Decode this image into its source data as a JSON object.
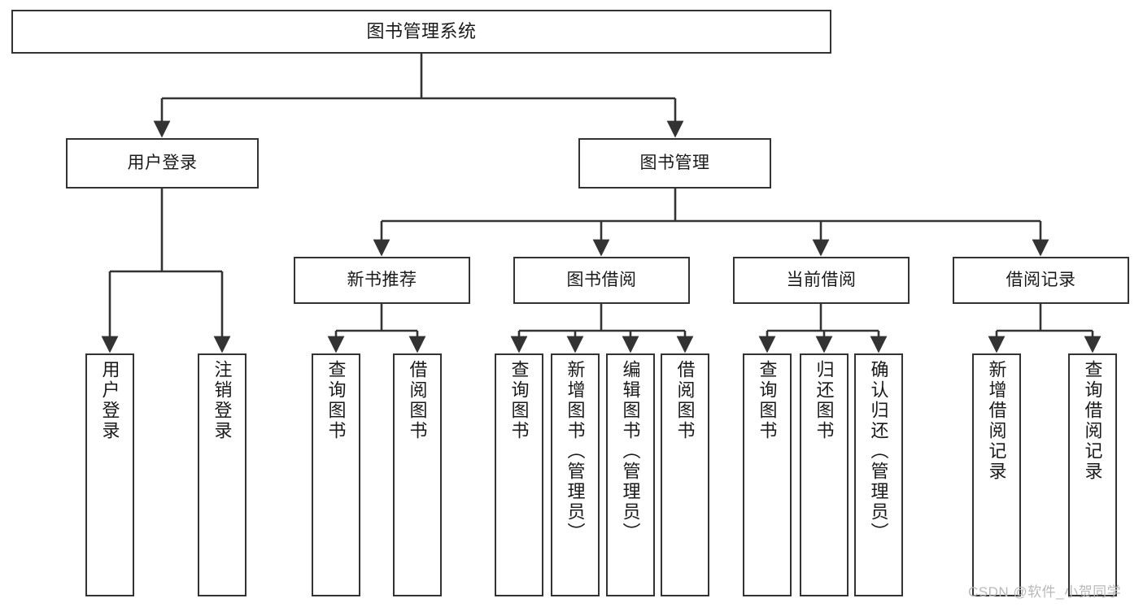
{
  "diagram": {
    "title": "图书管理系统",
    "type": "tree-structure-chart",
    "colors": {
      "box_border": "#333333",
      "box_fill": "#ffffff",
      "edge": "#333333",
      "text": "#1a1a1a",
      "watermark": "#b9b9b9",
      "background": "#ffffff"
    },
    "nodes": {
      "root": {
        "label": "图书管理系统"
      },
      "level2": [
        {
          "label": "用户登录"
        },
        {
          "label": "图书管理"
        }
      ],
      "level3": [
        {
          "label": "新书推荐"
        },
        {
          "label": "图书借阅"
        },
        {
          "label": "当前借阅"
        },
        {
          "label": "借阅记录"
        }
      ],
      "leaves": {
        "user_login": [
          {
            "label": "用户登录"
          },
          {
            "label": "注销登录"
          }
        ],
        "new_book_recommend": [
          {
            "label": "查询图书"
          },
          {
            "label": "借阅图书"
          }
        ],
        "book_borrow": [
          {
            "label": "查询图书"
          },
          {
            "label": "新增图书（管理员）"
          },
          {
            "label": "编辑图书（管理员）"
          },
          {
            "label": "借阅图书"
          }
        ],
        "current_borrow": [
          {
            "label": "查询图书"
          },
          {
            "label": "归还图书"
          },
          {
            "label": "确认归还（管理员）"
          }
        ],
        "borrow_record": [
          {
            "label": "新增借阅记录"
          },
          {
            "label": "查询借阅记录"
          }
        ]
      }
    }
  },
  "watermark": {
    "text": "CSDN @软件_小贺同学"
  }
}
